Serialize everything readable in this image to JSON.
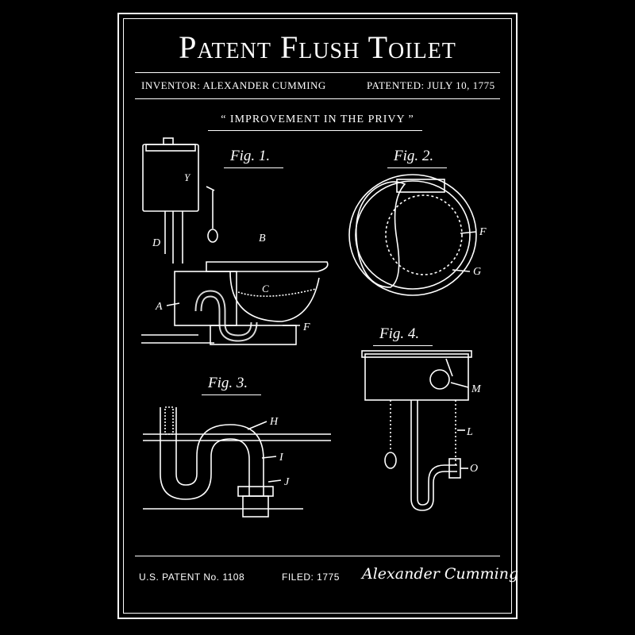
{
  "poster": {
    "title": "Patent Flush Toilet",
    "inventor": "INVENTOR: ALEXANDER CUMMING",
    "patented": "PATENTED: JULY 10, 1775",
    "subtitle": "“ IMPROVEMENT IN THE PRIVY ”",
    "figures": [
      {
        "label": "Fig. 1.",
        "parts": [
          "Y",
          "D",
          "B",
          "C",
          "A",
          "F"
        ]
      },
      {
        "label": "Fig. 2.",
        "parts": [
          "F",
          "G"
        ]
      },
      {
        "label": "Fig. 3.",
        "parts": [
          "H",
          "I",
          "J"
        ]
      },
      {
        "label": "Fig. 4.",
        "parts": [
          "M",
          "L",
          "O"
        ]
      }
    ],
    "footer": {
      "patent_no": "U.S. PATENT No. 1108",
      "filed": "FILED: 1775",
      "signature": "Alexander Cumming"
    }
  },
  "colors": {
    "background": "#000000",
    "ink": "#ffffff"
  }
}
